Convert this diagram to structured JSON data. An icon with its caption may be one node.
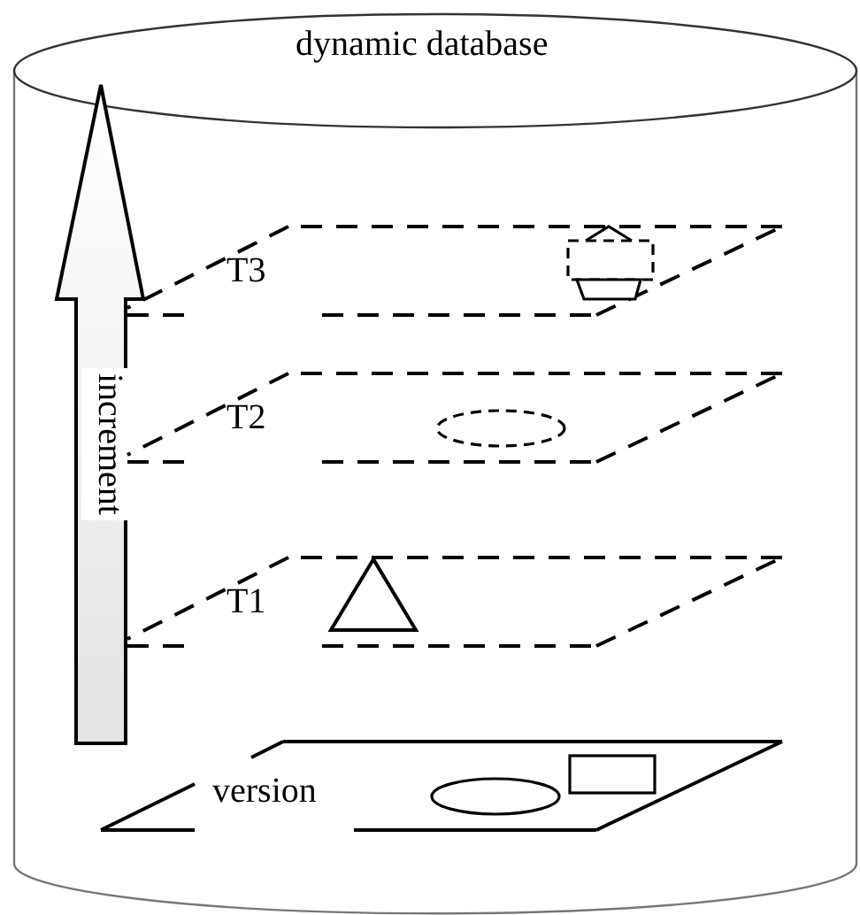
{
  "diagram": {
    "nodes": [
      {
        "text": [
          "dynamic database"
        ]
      },
      {
        "text": [
          "increment"
        ],
        "in": 0
      },
      {
        "text": [
          "T3"
        ],
        "in": 0
      },
      {
        "text": [
          "T2"
        ],
        "in": 0
      },
      {
        "text": [
          "T1"
        ],
        "in": 0
      },
      {
        "text": [
          "version"
        ],
        "in": 0
      }
    ]
  }
}
